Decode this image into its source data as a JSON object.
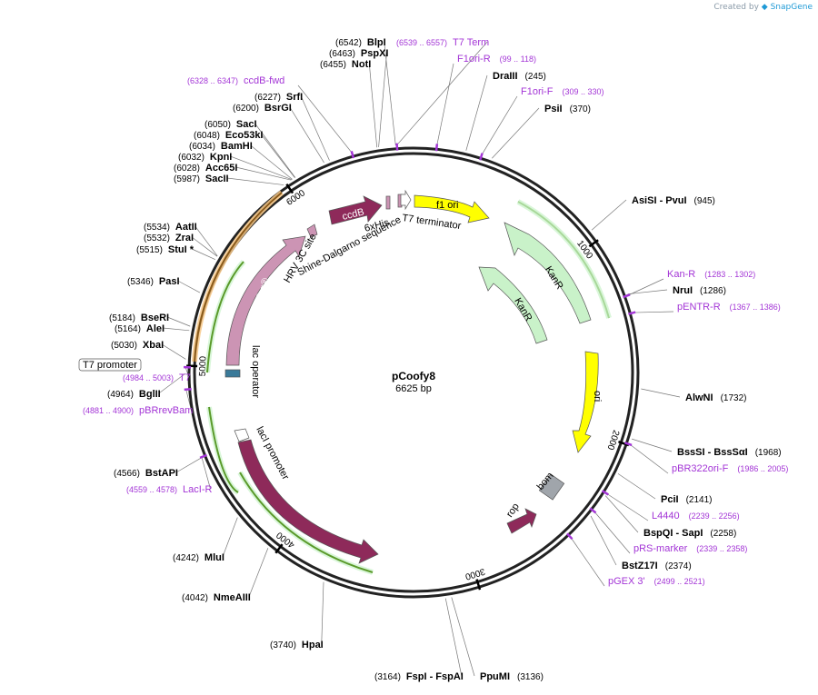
{
  "app": {
    "creator_prefix": "Created by",
    "creator_brand": "SnapGene"
  },
  "plasmid": {
    "name": "pCoofy8",
    "size_label": "6625 bp",
    "length": 6625
  },
  "colors": {
    "primer": "#a335d6",
    "backbone": "#000000",
    "ticks_label": "#000000"
  },
  "ticks": [
    1000,
    2000,
    3000,
    4000,
    5000,
    6000
  ],
  "enzymes_right": [
    {
      "names": [
        "AsiSI",
        "PvuI"
      ],
      "pos": "945",
      "bp": 945
    },
    {
      "names": [
        "NruI"
      ],
      "pos": "1286",
      "bp": 1286
    },
    {
      "names": [
        "AlwNI"
      ],
      "pos": "1732",
      "bp": 1732
    },
    {
      "names": [
        "BssSI",
        "BssSαI"
      ],
      "pos": "1968",
      "bp": 1968
    },
    {
      "names": [
        "PciI"
      ],
      "pos": "2141",
      "bp": 2141
    },
    {
      "names": [
        "BspQI",
        "SapI"
      ],
      "pos": "2258",
      "bp": 2258
    },
    {
      "names": [
        "BstZ17I"
      ],
      "pos": "2374",
      "bp": 2374
    },
    {
      "names": [
        "PpuMI"
      ],
      "pos": "3136",
      "bp": 3136
    },
    {
      "names": [
        "DraIII"
      ],
      "pos": "245",
      "bp": 245
    },
    {
      "names": [
        "PsiI"
      ],
      "pos": "370",
      "bp": 370
    }
  ],
  "enzymes_left": [
    {
      "names": [
        "FspI",
        "FspAI"
      ],
      "pos": "3164",
      "bp": 3164
    },
    {
      "names": [
        "HpaI"
      ],
      "pos": "3740",
      "bp": 3740
    },
    {
      "names": [
        "NmeAIII"
      ],
      "pos": "4042",
      "bp": 4042
    },
    {
      "names": [
        "MluI"
      ],
      "pos": "4242",
      "bp": 4242
    },
    {
      "names": [
        "BstAPI"
      ],
      "pos": "4566",
      "bp": 4566
    },
    {
      "names": [
        "BglII"
      ],
      "pos": "4964",
      "bp": 4964
    },
    {
      "names": [
        "XbaI"
      ],
      "pos": "5030",
      "bp": 5030
    },
    {
      "names": [
        "AleI"
      ],
      "pos": "5164",
      "bp": 5164
    },
    {
      "names": [
        "BseRI"
      ],
      "pos": "5184",
      "bp": 5184
    },
    {
      "names": [
        "PasI"
      ],
      "pos": "5346",
      "bp": 5346
    },
    {
      "names": [
        "StuI *"
      ],
      "pos": "5515",
      "bp": 5515
    },
    {
      "names": [
        "ZraI"
      ],
      "pos": "5532",
      "bp": 5532
    },
    {
      "names": [
        "AatII"
      ],
      "pos": "5534",
      "bp": 5534
    },
    {
      "names": [
        "SacII"
      ],
      "pos": "5987",
      "bp": 5987
    },
    {
      "names": [
        "Acc65I"
      ],
      "pos": "6028",
      "bp": 6028
    },
    {
      "names": [
        "KpnI"
      ],
      "pos": "6032",
      "bp": 6032
    },
    {
      "names": [
        "BamHI"
      ],
      "pos": "6034",
      "bp": 6034
    },
    {
      "names": [
        "Eco53kI"
      ],
      "pos": "6048",
      "bp": 6048
    },
    {
      "names": [
        "SacI"
      ],
      "pos": "6050",
      "bp": 6050
    },
    {
      "names": [
        "BsrGI"
      ],
      "pos": "6200",
      "bp": 6200
    },
    {
      "names": [
        "SrfI"
      ],
      "pos": "6227",
      "bp": 6227
    },
    {
      "names": [
        "NotI"
      ],
      "pos": "6455",
      "bp": 6455
    },
    {
      "names": [
        "PspXI"
      ],
      "pos": "6463",
      "bp": 6463
    },
    {
      "names": [
        "BlpI"
      ],
      "pos": "6542",
      "bp": 6542
    }
  ],
  "primers": [
    {
      "name": "T7 Term",
      "range": "(6539 .. 6557)",
      "bp": 6548
    },
    {
      "name": "F1ori-R",
      "range": "(99 .. 118)",
      "bp": 108
    },
    {
      "name": "F1ori-F",
      "range": "(309 .. 330)",
      "bp": 320
    },
    {
      "name": "Kan-R",
      "range": "(1283 .. 1302)",
      "bp": 1292
    },
    {
      "name": "pENTR-R",
      "range": "(1367 .. 1386)",
      "bp": 1376
    },
    {
      "name": "pBR322ori-F",
      "range": "(1986 .. 2005)",
      "bp": 1995
    },
    {
      "name": "L4440",
      "range": "(2239 .. 2256)",
      "bp": 2247
    },
    {
      "name": "pRS-marker",
      "range": "(2339 .. 2358)",
      "bp": 2348
    },
    {
      "name": "pGEX 3'",
      "range": "(2499 .. 2521)",
      "bp": 2510
    },
    {
      "name": "LacI-R",
      "range": "(4559 .. 4578)",
      "bp": 4568
    },
    {
      "name": "pBRrevBam",
      "range": "(4881 .. 4900)",
      "bp": 4890
    },
    {
      "name": "T7",
      "range": "(4984 .. 5003)",
      "bp": 4993
    },
    {
      "name": "ccdB-fwd",
      "range": "(6328 .. 6347)",
      "bp": 6337
    }
  ],
  "features": [
    {
      "name": "f1 ori",
      "start": 20,
      "end": 475,
      "strand": 1,
      "color": "#ffff00",
      "ring": "inner1"
    },
    {
      "name": "KanR",
      "start": 640,
      "end": 1435,
      "strand": -1,
      "color": "#c9f2c9",
      "ring": "inner1"
    },
    {
      "name": "KanR",
      "start": 700,
      "end": 1330,
      "strand": -1,
      "color": "#c9f2c9",
      "ring": "inner3"
    },
    {
      "name": "ori",
      "start": 1530,
      "end": 2130,
      "strand": -1,
      "color": "#ffff00",
      "ring": "inner1"
    },
    {
      "name": "bom",
      "start": 2290,
      "end": 2430,
      "strand": 0,
      "color": "#a0a5ab",
      "ring": "inner4"
    },
    {
      "name": "rop",
      "start": 2620,
      "end": 2820,
      "strand": 1,
      "color": "#8e2a5a",
      "ring": "inner4"
    },
    {
      "name": "lacI",
      "start": 3600,
      "end": 4680,
      "strand": -1,
      "color": "#8e2a5a",
      "ring": "inner2"
    },
    {
      "name": "lacI promoter",
      "start": 4680,
      "end": 4760,
      "strand": -1,
      "color": "#ffffff",
      "ring": "inner2"
    },
    {
      "name": "lac operator",
      "start": 4945,
      "end": 4965,
      "strand": 0,
      "color": "#3a7a99",
      "ring": "inner2"
    },
    {
      "name": "HaloTag®",
      "start": 5120,
      "end": 5970,
      "strand": 1,
      "color": "#cc94b4",
      "ring": "inner2"
    },
    {
      "name": "HRV 3C site",
      "start": 6005,
      "end": 6030,
      "strand": 1,
      "color": "#cc94b4",
      "ring": "inner2"
    },
    {
      "name": "ccdB",
      "start": 6100,
      "end": 6410,
      "strand": 1,
      "color": "#8e2a5a",
      "ring": "inner1"
    },
    {
      "name": "Shine-Dalgarno sequence",
      "start": 6440,
      "end": 6450,
      "strand": 0,
      "color": "#cc94b4",
      "ring": "inner1"
    },
    {
      "name": "6xHis",
      "start": 6460,
      "end": 6478,
      "strand": 0,
      "color": "#cc94b4",
      "ring": "inner1"
    },
    {
      "name": "T7 terminator",
      "start": 6495,
      "end": 6540,
      "strand": 1,
      "color": "#ffffff",
      "ring": "inner1"
    },
    {
      "name": "T7 promoter",
      "start": 4993,
      "end": 5005,
      "strand": 0,
      "color": "#ffffff",
      "ring": "label"
    }
  ]
}
